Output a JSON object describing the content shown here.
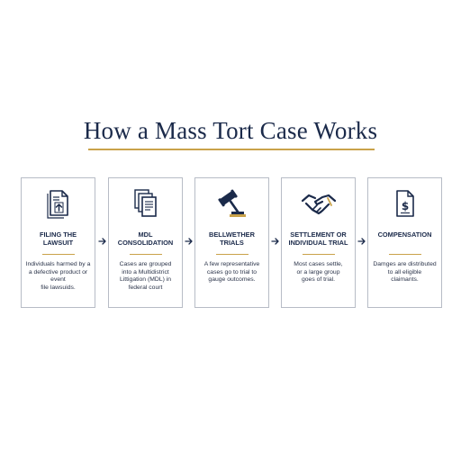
{
  "title": "How a Mass Tort Case Works",
  "colors": {
    "navy": "#1b2a4a",
    "gold": "#c9a24a",
    "border": "#b7bcc6"
  },
  "steps": [
    {
      "heading": "FILING THE\nLAWSUIT",
      "description": "Individuals harmed by a\na defective product or event\nfile lawsuids.",
      "icon": "document-upload-icon"
    },
    {
      "heading": "MDL\nCONSOLIDATION",
      "description": "Cases are grouped\ninto a Multidistrict\nLittigation (MDL) in\nfederal court",
      "icon": "stacked-documents-icon"
    },
    {
      "heading": "BELLWETHER\nTRIALS",
      "description": "A few representative\ncases go to trial to\ngauge outcomes.",
      "icon": "gavel-icon"
    },
    {
      "heading": "SETTLEMENT OR\nINDIVIDUAL TRIAL",
      "description": "Most cases settle,\nor a large group\ngoes of trial.",
      "icon": "handshake-icon"
    },
    {
      "heading": "COMPENSATION",
      "description": "Damges are distributed\nto all eligible\nclaimants.",
      "icon": "dollar-document-icon"
    }
  ]
}
